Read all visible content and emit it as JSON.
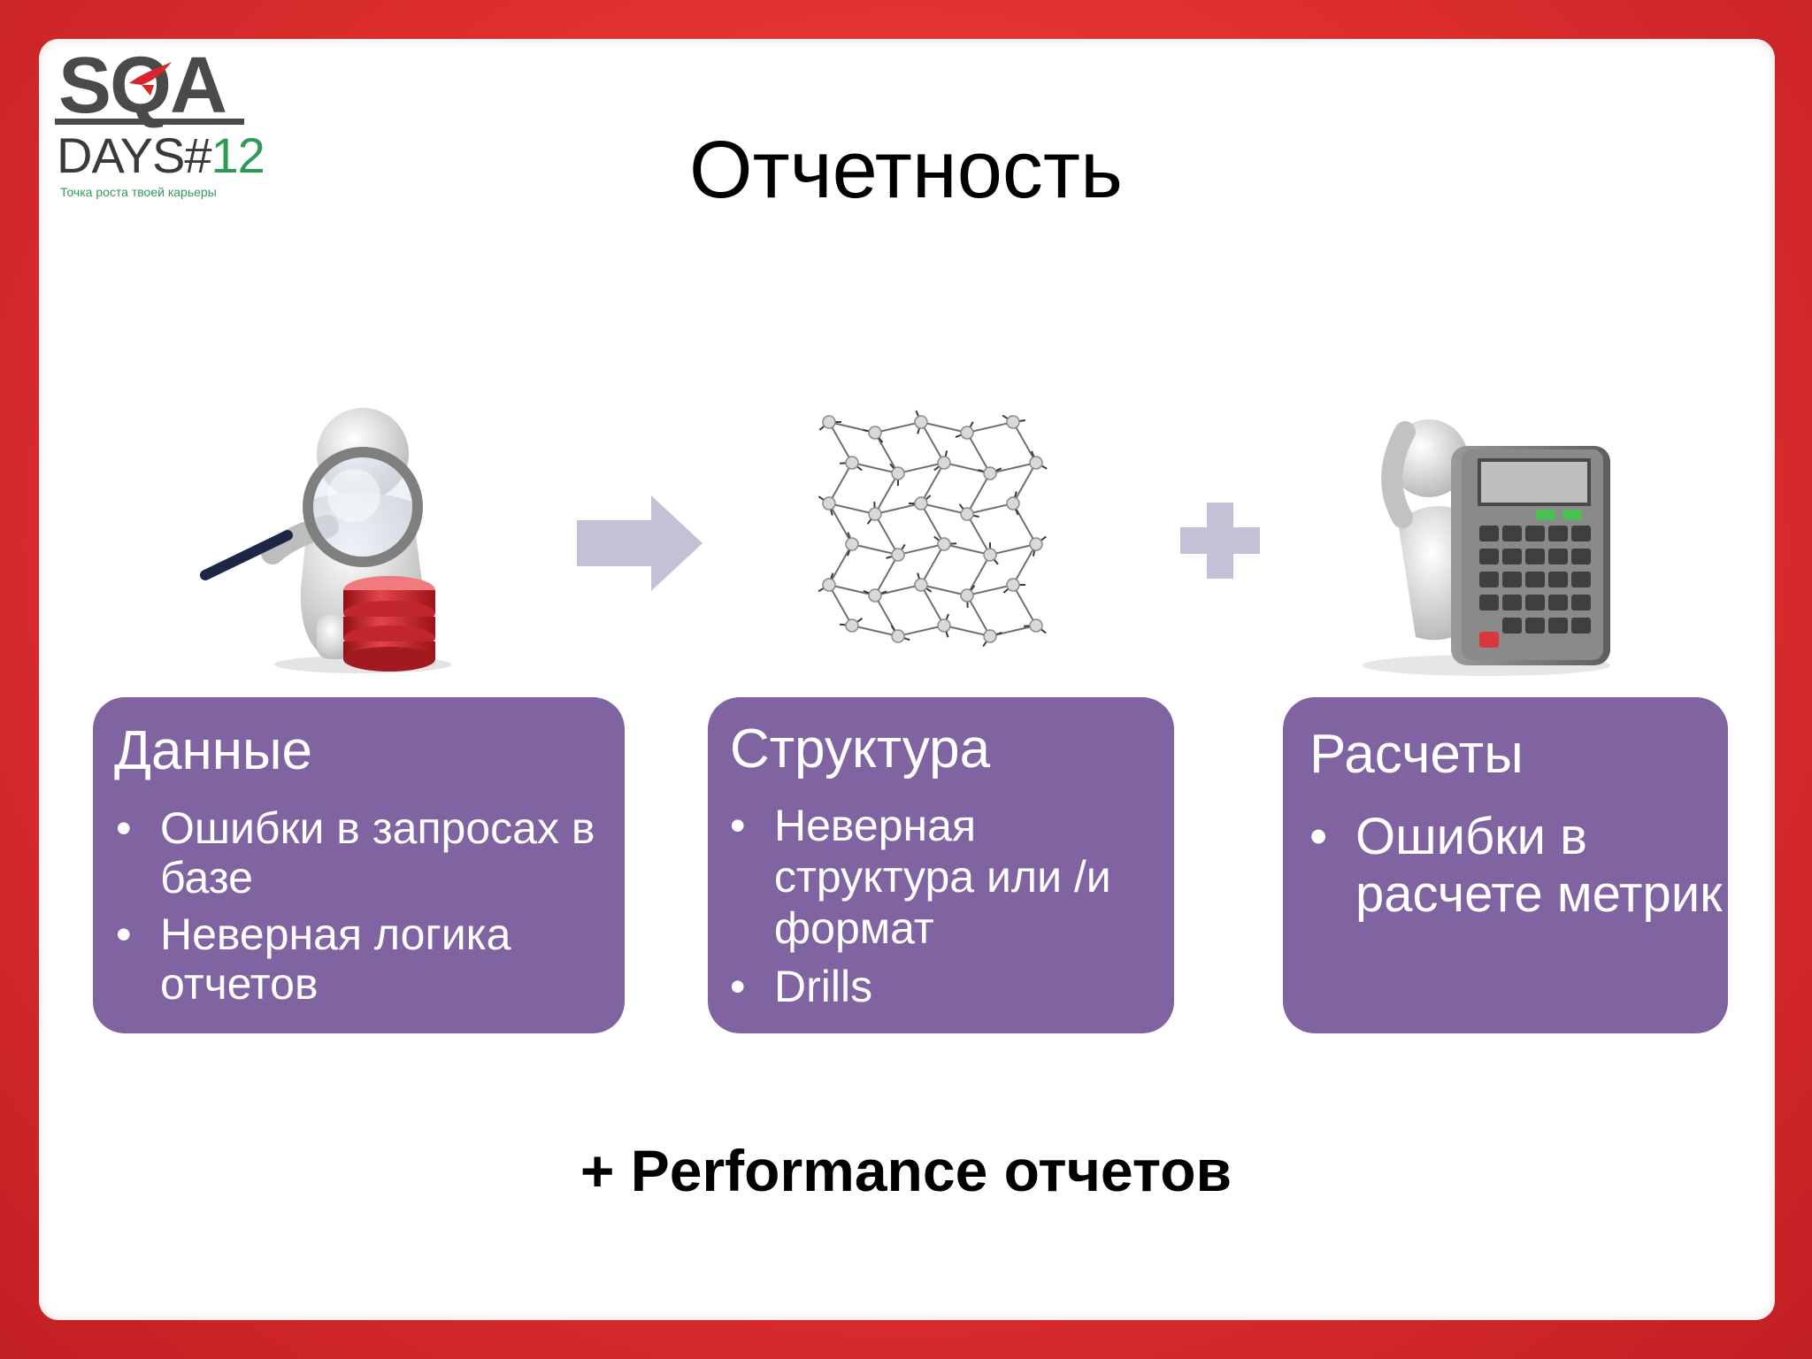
{
  "logo": {
    "line1": "SQA",
    "line2_prefix": "DAYS#",
    "line2_number": "12",
    "tagline": "Точка роста твоей карьеры"
  },
  "title": "Отчетность",
  "columns": [
    {
      "heading": "Данные",
      "bullets": [
        "Ошибки в запросах в базе",
        "Неверная логика отчетов"
      ]
    },
    {
      "heading": "Структура",
      "bullets": [
        "Неверная структура или /и формат",
        "Drills"
      ]
    },
    {
      "heading": "Расчеты",
      "bullets": [
        "Ошибки в расчете метрик"
      ]
    }
  ],
  "bullet_char": "•",
  "footer": "+ Performance отчетов",
  "icons": {
    "col1": "person-magnifier-database-icon",
    "arrow": "arrow-right-icon",
    "col2": "molecular-structure-icon",
    "plus": "plus-icon",
    "col3": "person-calculator-icon"
  },
  "colors": {
    "frame": "#de2f2f",
    "box": "#8064a2",
    "connector": "#c4c0d8",
    "logo_green": "#2e9b57"
  }
}
